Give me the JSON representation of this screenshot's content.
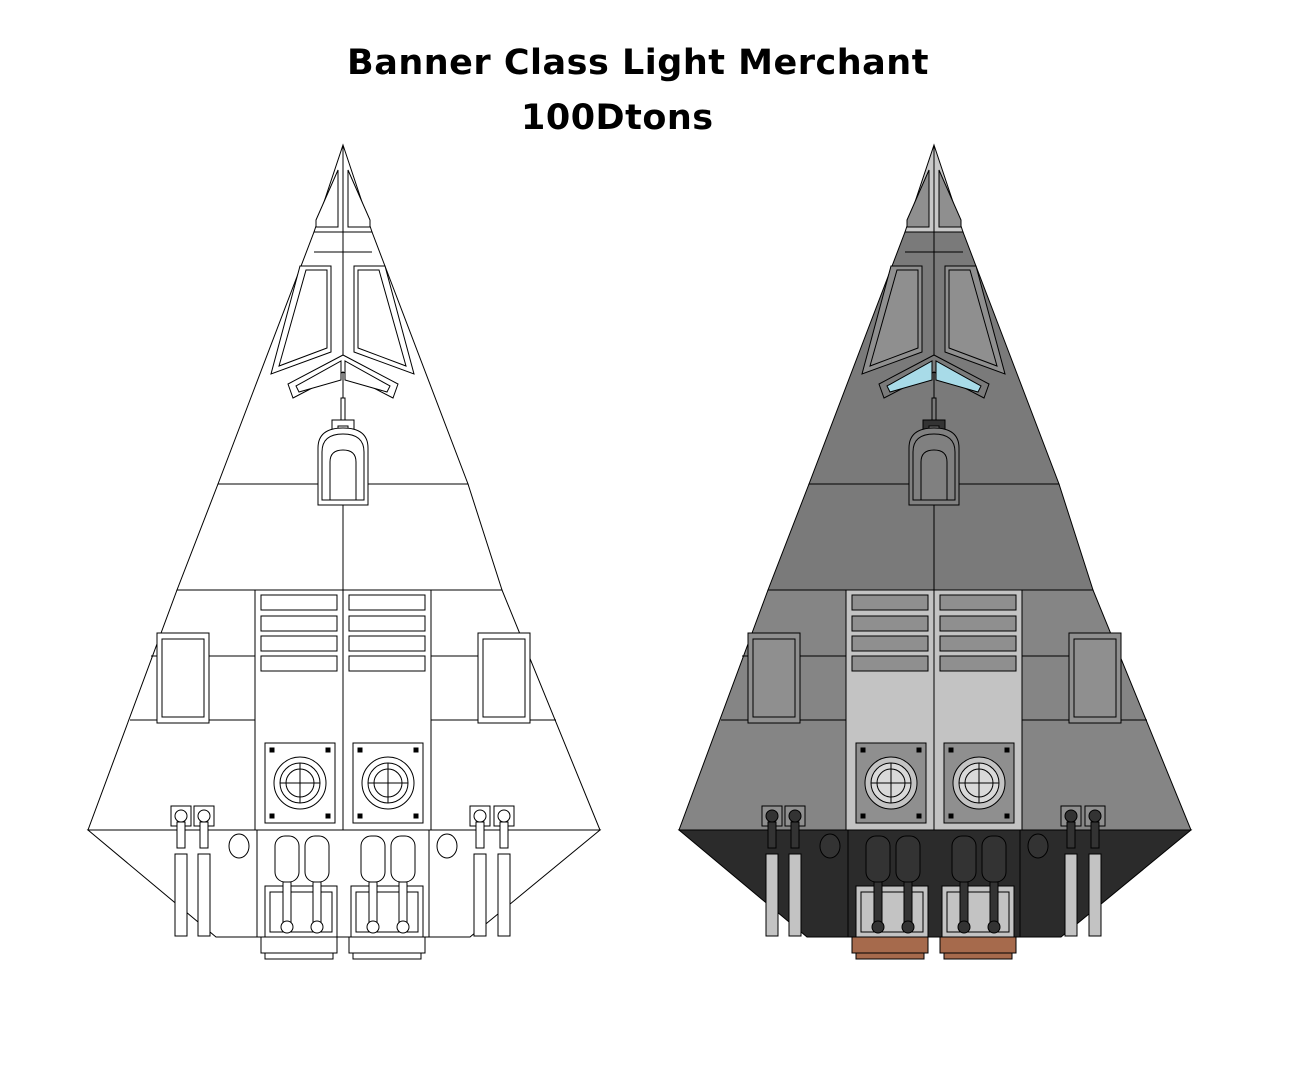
{
  "title": "Banner Class Light Merchant",
  "subtitle": "100Dtons",
  "views": [
    {
      "name": "line-art",
      "colors": {
        "hull": "#ffffff",
        "hull_lower": "#ffffff",
        "spine": "#ffffff",
        "tip": "#ffffff",
        "engine_bay": "#ffffff",
        "bottom": "#ffffff",
        "panel": "#ffffff",
        "canopy": "#ffffff",
        "nozzle": "#ffffff",
        "dark_part": "#ffffff",
        "line": "#000000"
      }
    },
    {
      "name": "shaded",
      "colors": {
        "hull": "#7a7a7a",
        "hull_lower": "#858585",
        "spine": "#808080",
        "tip": "#c8c8c8",
        "engine_bay": "#c3c3c3",
        "bottom": "#2b2b2b",
        "panel": "#8f8f8f",
        "canopy": "#a8dbe8",
        "nozzle": "#a66a4c",
        "dark_part": "#333333",
        "line": "#000000"
      }
    }
  ]
}
